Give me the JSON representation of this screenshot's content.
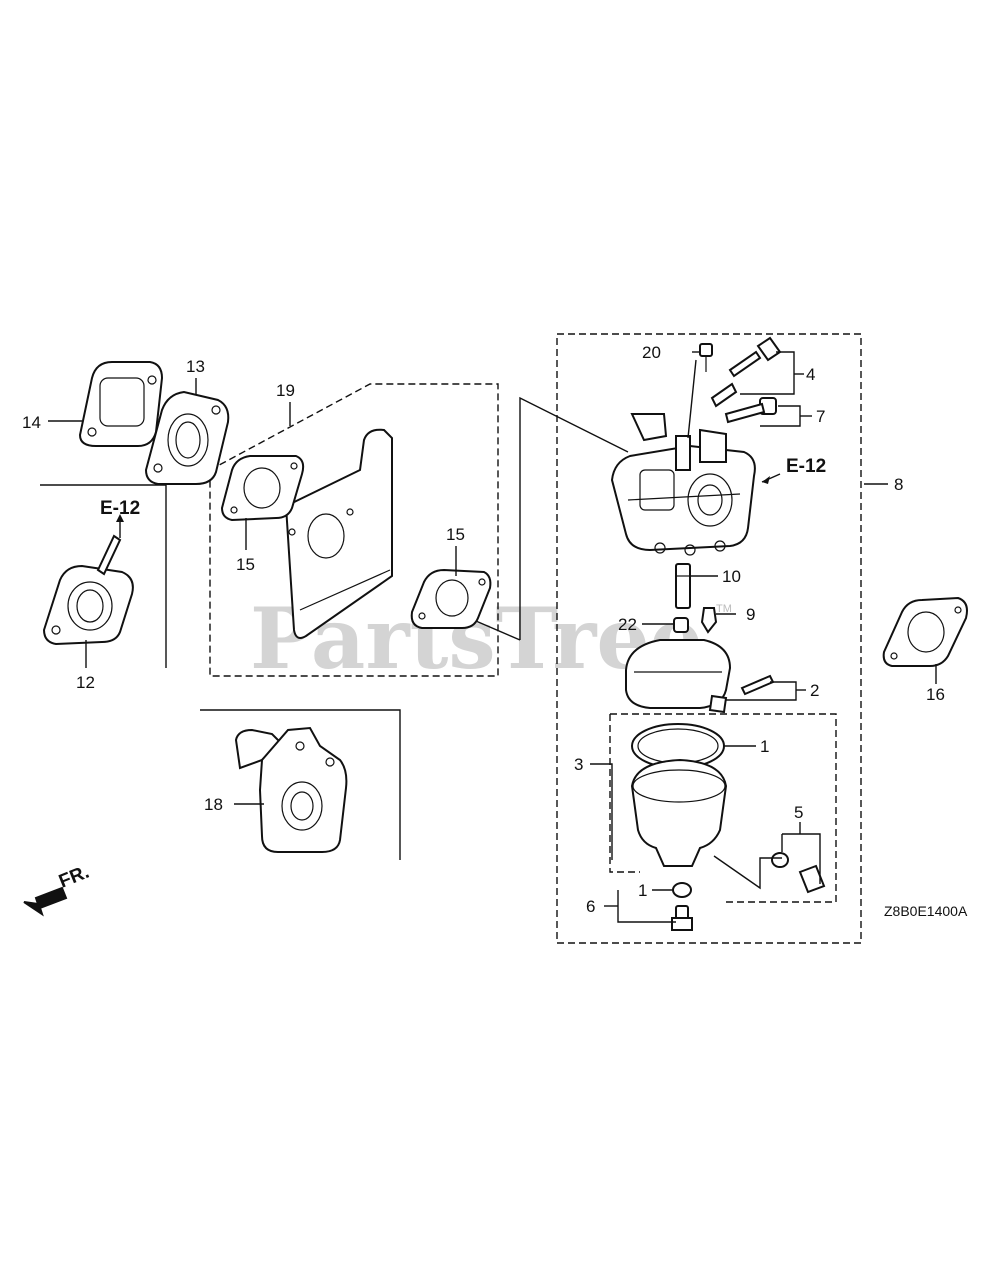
{
  "watermark": "PartsTree",
  "trademark": "TM",
  "diagram_code": "Z8B0E1400A",
  "front_indicator": "FR.",
  "refs": {
    "left": "E-12",
    "right": "E-12"
  },
  "callouts": {
    "c1a": "1",
    "c1b": "1",
    "c2": "2",
    "c3": "3",
    "c4": "4",
    "c5": "5",
    "c6": "6",
    "c7": "7",
    "c8": "8",
    "c9": "9",
    "c10": "10",
    "c12": "12",
    "c13": "13",
    "c14": "14",
    "c15a": "15",
    "c15b": "15",
    "c16": "16",
    "c18": "18",
    "c19": "19",
    "c20": "20",
    "c22": "22"
  }
}
